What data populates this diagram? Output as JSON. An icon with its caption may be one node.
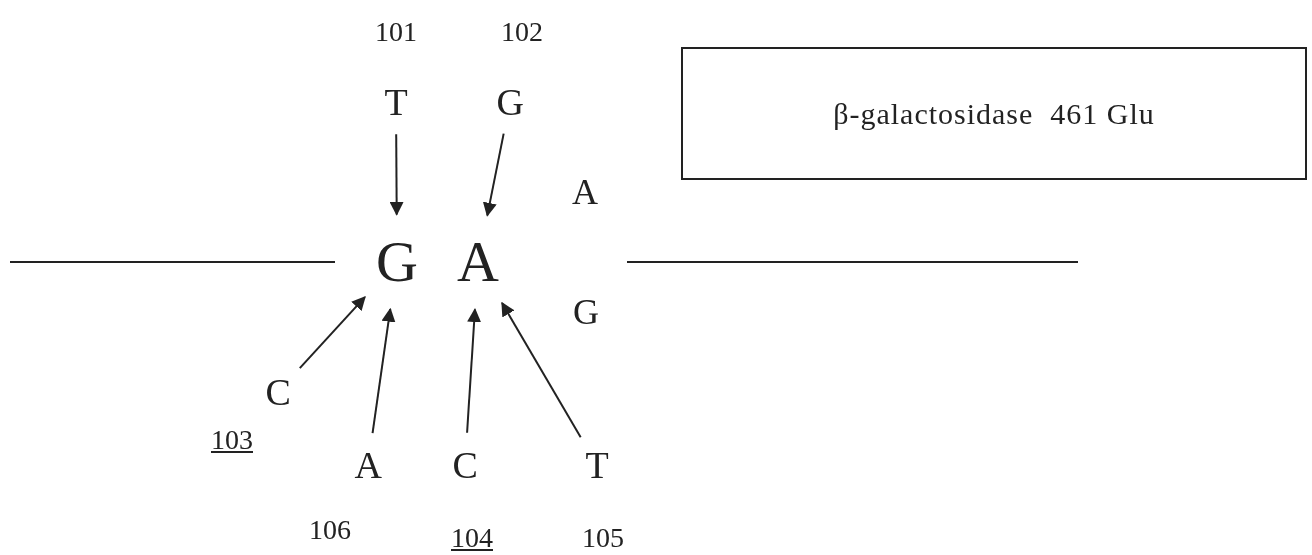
{
  "diagram": {
    "nodes": [
      {
        "text": [
          "G"
        ]
      },
      {
        "text": [
          "A"
        ]
      },
      {
        "text": [
          "T"
        ],
        "beside": [
          "101"
        ]
      },
      {
        "text": [
          "G"
        ],
        "beside": [
          "102"
        ]
      },
      {
        "text": [
          "C"
        ],
        "beside": [
          "103"
        ]
      },
      {
        "text": [
          "A"
        ],
        "beside": [
          "106"
        ]
      },
      {
        "text": [
          "C"
        ],
        "beside": [
          "104"
        ]
      },
      {
        "text": [
          "T"
        ],
        "beside": [
          "105"
        ]
      },
      {
        "text": [
          "β-galactosidase  461 Glu"
        ]
      }
    ],
    "edges": [
      {
        "from": 2,
        "to": 0,
        "arrow": "to"
      },
      {
        "from": 3,
        "to": 1,
        "arrow": "to"
      },
      {
        "from": 4,
        "to": 0,
        "arrow": "to"
      },
      {
        "from": 5,
        "to": 0,
        "arrow": "to"
      },
      {
        "from": 6,
        "to": 1,
        "arrow": "to"
      },
      {
        "from": 7,
        "to": 1,
        "arrow": "to"
      }
    ],
    "labels": [
      "A",
      "G"
    ]
  }
}
